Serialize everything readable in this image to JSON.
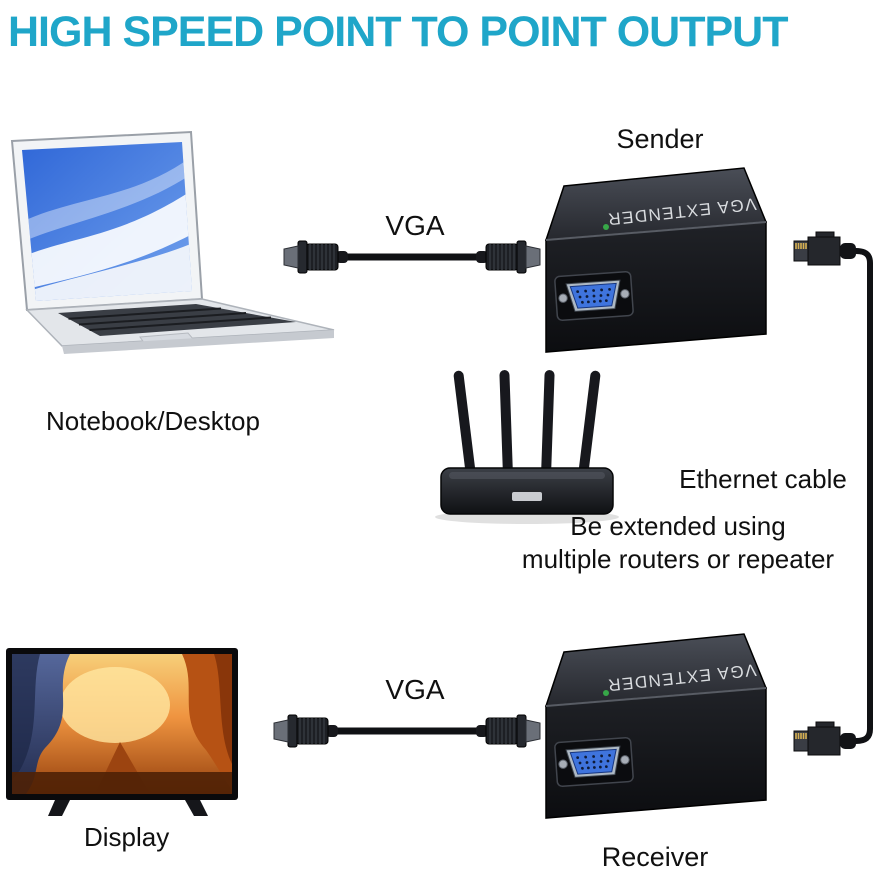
{
  "title": "HIGH SPEED POINT TO POINT OUTPUT",
  "colors": {
    "accent": "#1FA6C9",
    "vga_port_blue": "#3F74DD",
    "device_body": "#15161A"
  },
  "diagram": {
    "sender_label": "Sender",
    "receiver_label": "Receiver",
    "source_label": "Notebook/Desktop",
    "display_label": "Display",
    "vga_top_label": "VGA",
    "vga_bottom_label": "VGA",
    "ethernet_label": "Ethernet cable",
    "note_line1": "Be extended using",
    "note_line2": "multiple routers or repeater",
    "extender_device_text": "VGA EXTENDER"
  }
}
